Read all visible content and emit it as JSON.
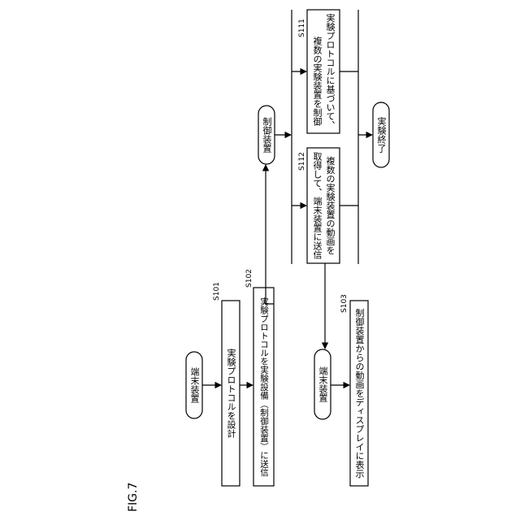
{
  "figure_label": "FIG.7",
  "terminal": {
    "start_label": "端末装置",
    "end_label": "端末装置"
  },
  "control": {
    "label": "制御装置"
  },
  "end": {
    "label": "実験終了"
  },
  "steps": {
    "s101": {
      "id": "S101",
      "text": "実験プロトコルを設計"
    },
    "s102": {
      "id": "S102",
      "text": "実験プロトコルを実験設備（制御装置）に送信"
    },
    "s103": {
      "id": "S103",
      "text": "制御装置からの動画をディスプレイに表示"
    },
    "s111": {
      "id": "S111",
      "line1": "実験プロトコルに基づいて、",
      "line2": "複数の実験装置を制御"
    },
    "s112": {
      "id": "S112",
      "line1": "複数の実験装置の動画を",
      "line2": "取得して、端末装置に送信"
    }
  }
}
